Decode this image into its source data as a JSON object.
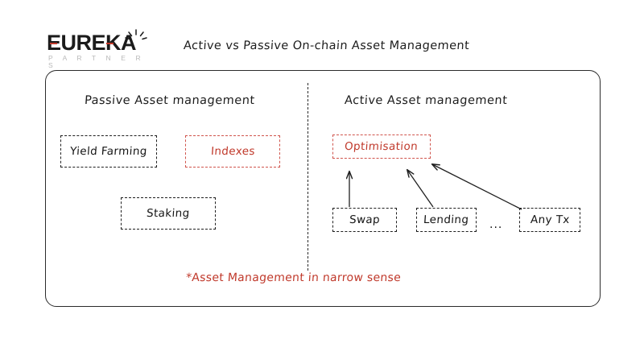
{
  "brand": {
    "name": "EUREKA",
    "tagline": "P A R T N E R S",
    "accent_color": "#c0392b",
    "spark_icon": "spark-icon"
  },
  "header": {
    "title": "Active vs Passive On-chain Asset Management"
  },
  "diagram": {
    "columns": [
      {
        "id": "passive",
        "heading": "Passive Asset management",
        "nodes": [
          {
            "label": "Yield Farming",
            "style": "dark"
          },
          {
            "label": "Indexes",
            "style": "red"
          },
          {
            "label": "Staking",
            "style": "dark"
          }
        ]
      },
      {
        "id": "active",
        "heading": "Active Asset management",
        "nodes": [
          {
            "label": "Optimisation",
            "style": "red"
          },
          {
            "label": "Swap",
            "style": "dark"
          },
          {
            "label": "Lending",
            "style": "dark"
          },
          {
            "label": "Any Tx",
            "style": "dark"
          }
        ],
        "ellipsis": "...",
        "arrows": [
          {
            "from": "Swap",
            "to": "Optimisation"
          },
          {
            "from": "Lending",
            "to": "Optimisation"
          },
          {
            "from": "Any Tx",
            "to": "Optimisation"
          }
        ]
      }
    ],
    "divider": "vertical-dashed-divider",
    "footnote": "*Asset Management in narrow sense",
    "footnote_color": "#c0392b"
  }
}
